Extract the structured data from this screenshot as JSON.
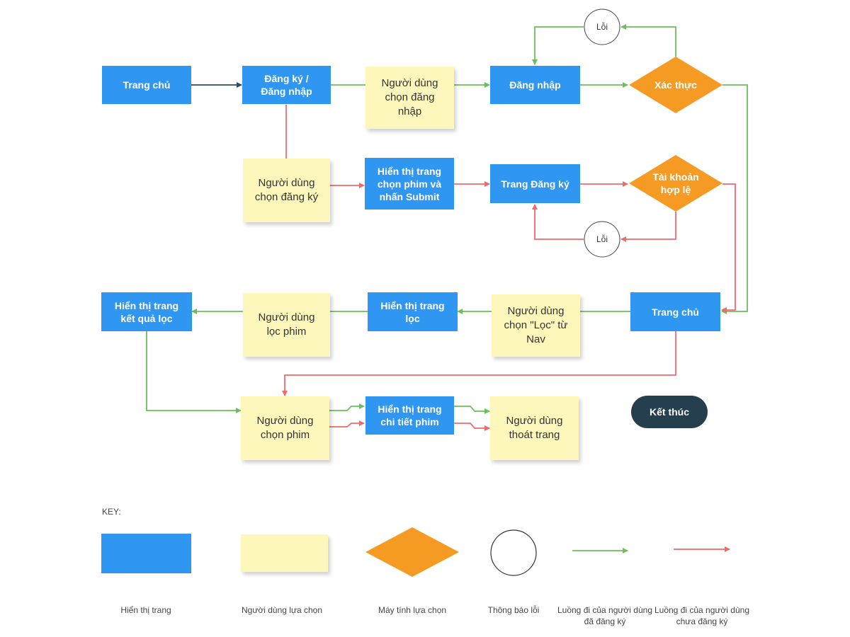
{
  "nodes": {
    "home_top": "Trang chủ",
    "signup_login": "Đăng ký / Đăng nhập",
    "user_choose_login": "Người dùng chọn đăng nhập",
    "login": "Đăng nhập",
    "authenticate": "Xác thực",
    "error_top": "Lỗi",
    "user_choose_signup": "Người dùng chọn đăng ký",
    "show_movie_picker": "Hiển thị trang chọn phim và nhấn Submit",
    "signup_page": "Trang Đăng ký",
    "valid_account": "Tài khoản hợp lệ",
    "error_bottom": "Lỗi",
    "home_mid": "Trang chủ",
    "user_choose_filter": "Người dùng chọn \"Lọc\" từ Nav",
    "show_filter_page": "Hiển thị trang lọc",
    "user_filter_movies": "Người dùng lọc phim",
    "show_filter_results": "Hiển thị trang kết quả lọc",
    "user_choose_movie": "Người dùng chọn phim",
    "show_movie_detail": "Hiển thị trang chi tiết phim",
    "user_exit": "Người dùng thoát trang",
    "end": "Kết thúc"
  },
  "key": {
    "title": "KEY:",
    "page_display": "Hiển thị trang",
    "user_choice": "Người dùng lựa chọn",
    "computer_choice": "Máy tính lựa chọn",
    "error_message": "Thông báo lỗi",
    "registered_flow": "Luồng đi của người dùng đã đăng ký",
    "unregistered_flow": "Luồng đi của người dùng chưa đăng ký"
  },
  "colors": {
    "page": "#2f96f2",
    "note": "#fdf7bb",
    "decision": "#f59a23",
    "end": "#263f4f",
    "registered": "#6cbf5a",
    "unregistered": "#ee6a6a",
    "neutral": "#2b4c5a"
  }
}
